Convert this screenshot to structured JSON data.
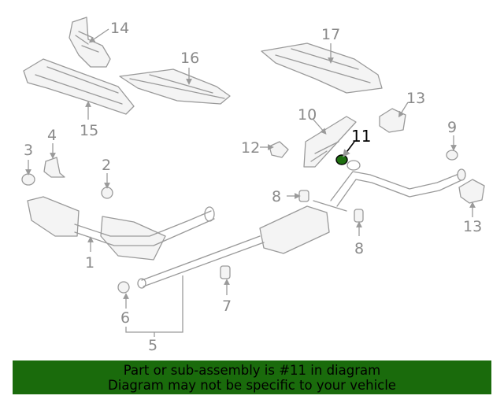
{
  "callouts": {
    "c1": "1",
    "c2": "2",
    "c3": "3",
    "c4": "4",
    "c5": "5",
    "c6": "6",
    "c7": "7",
    "c8a": "8",
    "c8b": "8",
    "c9": "9",
    "c10": "10",
    "c11": "11",
    "c12": "12",
    "c13a": "13",
    "c13b": "13",
    "c14": "14",
    "c15": "15",
    "c16": "16",
    "c17": "17"
  },
  "highlight_color": "#1a6b0c",
  "banner": {
    "line1": "Part or sub-assembly is #11 in diagram",
    "line2": "Diagram may not be specific to your vehicle"
  }
}
